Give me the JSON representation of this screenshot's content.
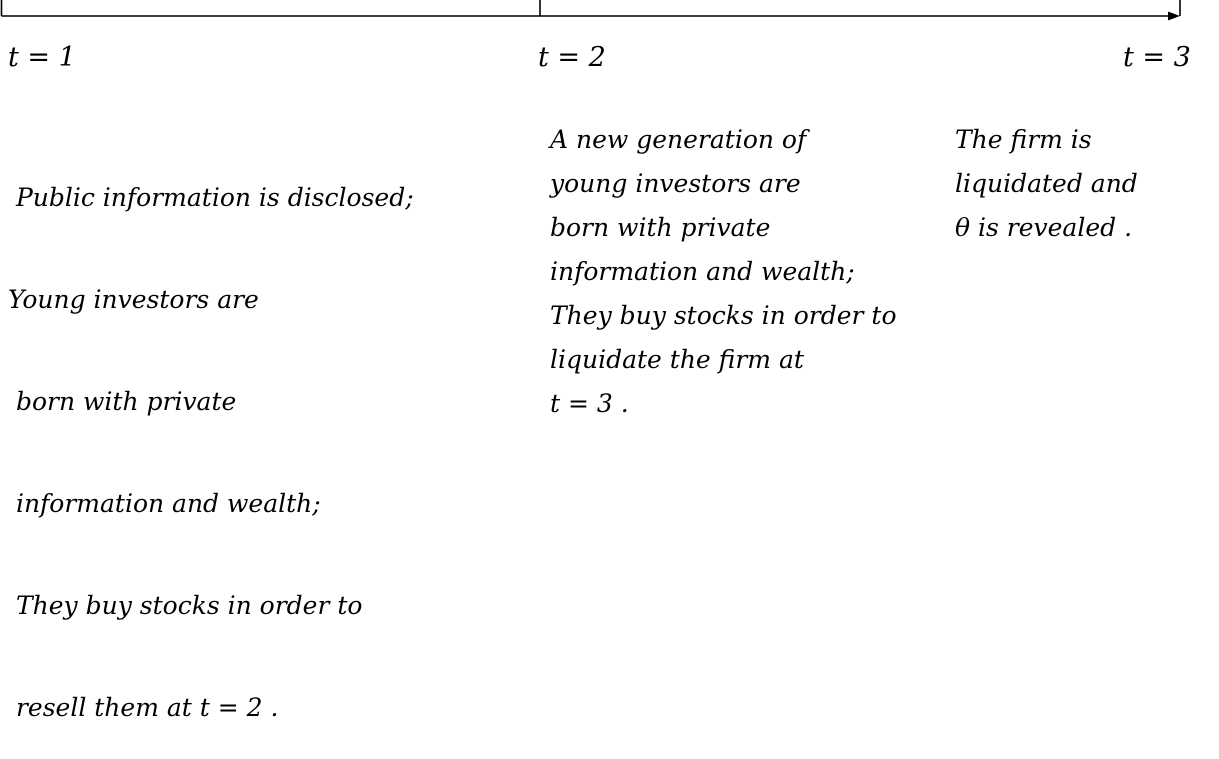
{
  "timeline": {
    "tick_labels": [
      "t = 1",
      "t = 2",
      "t = 3"
    ]
  },
  "periods": [
    {
      "lines": [
        " Public information is disclosed;",
        "Young investors are",
        " born with private",
        " information and wealth;",
        " They buy stocks in order to",
        " resell them at t = 2 ."
      ]
    },
    {
      "lines": [
        "A new generation of",
        "young investors are",
        "born with private",
        "information and wealth;",
        "They buy stocks in order to",
        "liquidate the firm at",
        "t = 3 ."
      ]
    },
    {
      "lines": [
        "The firm is",
        "liquidated and",
        "θ is revealed ."
      ]
    }
  ]
}
